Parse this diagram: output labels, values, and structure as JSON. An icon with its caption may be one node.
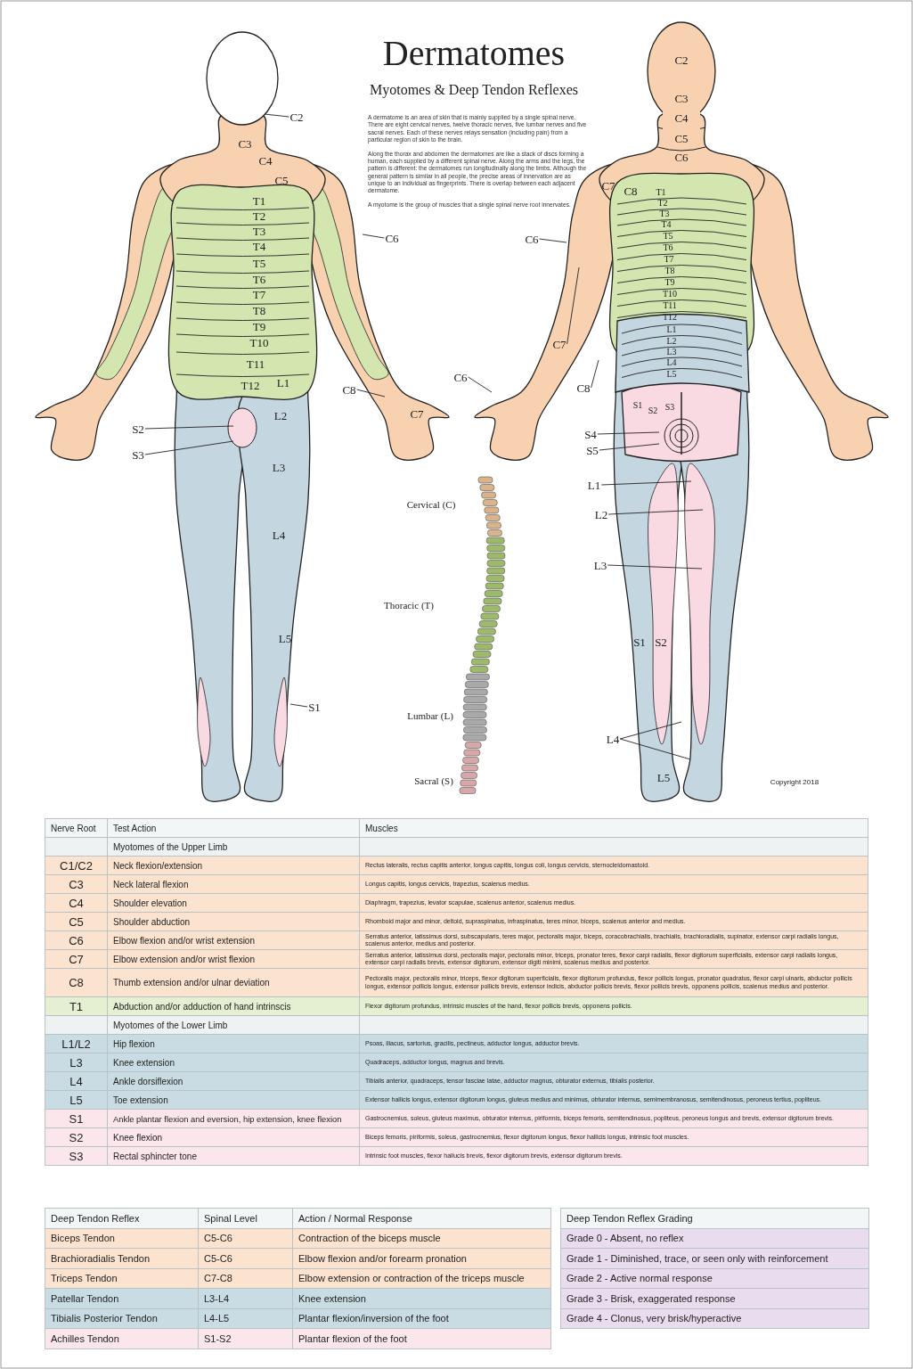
{
  "diagram": {
    "title": "Dermatomes",
    "nodes": [
      {
        "text": [
          "C2"
        ]
      },
      {
        "text": [
          "C6"
        ]
      },
      {
        "text": [
          "C8"
        ]
      },
      {
        "text": [
          "C6"
        ]
      },
      {
        "text": [
          "S2"
        ]
      },
      {
        "text": [
          "S3"
        ]
      },
      {
        "text": [
          "S1"
        ]
      },
      {
        "text": [
          "C6"
        ]
      },
      {
        "text": [
          "C7"
        ]
      },
      {
        "text": [
          "C8"
        ]
      },
      {
        "text": [
          "S4"
        ]
      },
      {
        "text": [
          "S5"
        ]
      },
      {
        "text": [
          "L1"
        ]
      },
      {
        "text": [
          "L2"
        ]
      },
      {
        "text": [
          "L3"
        ]
      },
      {
        "text": [
          "L4"
        ]
      }
    ],
    "edges": [
      {
        "from": 0,
        "to": null,
        "arrow": "none"
      },
      {
        "from": 1,
        "to": null,
        "arrow": "none"
      },
      {
        "from": 2,
        "to": null,
        "arrow": "none"
      },
      {
        "from": 3,
        "to": null,
        "arrow": "none"
      },
      {
        "from": 4,
        "to": null,
        "arrow": "none"
      },
      {
        "from": 5,
        "to": null,
        "arrow": "none"
      },
      {
        "from": 6,
        "to": null,
        "arrow": "none"
      },
      {
        "from": 7,
        "to": null,
        "arrow": "none"
      },
      {
        "from": 8,
        "to": null,
        "arrow": "none"
      },
      {
        "from": 9,
        "to": null,
        "arrow": "none"
      },
      {
        "from": 10,
        "to": null,
        "arrow": "none"
      },
      {
        "from": 11,
        "to": null,
        "arrow": "none"
      },
      {
        "from": 12,
        "to": null,
        "arrow": "none"
      },
      {
        "from": 13,
        "to": null,
        "arrow": "none"
      },
      {
        "from": 14,
        "to": null,
        "arrow": "none"
      },
      {
        "from": 15,
        "to": null,
        "arrow": "none"
      },
      {
        "from": 15,
        "to": null,
        "arrow": "none"
      }
    ],
    "labels": [
      "Myotomes & Deep Tendon Reflexes",
      "A dermatome is an area of skin that is mainly supplied by a single spinal nerve. There are eight cervical nerves, twelve thoracic nerves, five lumbar nerves and five sacral nerves. Each of these nerves relays sensation (including pain) from a particular region of skin to the brain.",
      "Along the thorax and abdomen the dermatomes are like a stack of discs forming a human, each supplied by a different spinal nerve. Along the arms and the legs, the pattern is different: the dermatomes run longitudinally along the limbs. Although the general pattern is similar in all people, the precise areas of innervation are as unique to an individual as fingerprints. There is overlap between each adjacent dermatome.",
      "A myotome is the group of muscles that a single spinal nerve root innervates.",
      "C3",
      "C4",
      "C5",
      "T1",
      "T2",
      "T3",
      "T4",
      "T5",
      "T6",
      "T7",
      "T8",
      "T9",
      "T10",
      "T11",
      "T12",
      "L1",
      "L2",
      "L3",
      "L4",
      "L5",
      "C7",
      "C2",
      "C3",
      "C4",
      "C5",
      "C6",
      "C7",
      "C8",
      "T1",
      "T2",
      "T3",
      "T4",
      "T5",
      "T6",
      "T7",
      "T8",
      "T9",
      "T10",
      "T11",
      "T12",
      "L1",
      "L2",
      "L3",
      "L4",
      "L5",
      "S1",
      "S2",
      "S3",
      "S1",
      "S2",
      "L5",
      "Cervical (C)",
      "Thoracic (T)",
      "Lumbar (L)",
      "Sacral (S)",
      "Copyright 2018",
      "Nerve Root",
      "Test Action",
      "Muscles",
      "Myotomes of the Upper Limb",
      "C1/C2",
      "Neck flexion/extension",
      "Rectus lateralis, rectus capitis anterior, longus capitis, longus coli, longus cervicis, sternocleidomastoid.",
      "C3",
      "Neck lateral flexion",
      "Longus capitis, longus cervicis, trapezius, scalenus medius.",
      "C4",
      "Shoulder elevation",
      "Diaphragm, trapezius, levator scapulae, scalenus anterior, scalenus medius.",
      "C5",
      "Shoulder abduction",
      "Rhomboid major and minor, deltoid, supraspinatus, infraspinatus, teres minor, biceps, scalenus anterior and medius.",
      "C6",
      "Elbow flexion and/or wrist extension",
      "Serratus anterior, latissimus dorsi, subscapularis, teres major, pectoralis major, biceps, coracobrachialis, brachialis, brachioradialis, supinator, extensor carpi radialis longus, scalenus anterior, medius and posterior.",
      "C7",
      "Elbow extension and/or wrist flexion",
      "Serratus anterior, latissimus dorsi, pectoralis major, pectoralis minor, triceps, pronator teres, flexor carpi radialis, flexor digitorum superficialis, extensor carpi radialis longus, extensor carpi radialis brevis, extensor digitorum, extensor digiti minimi, scalenus medius and posterior.",
      "C8",
      "Thumb extension and/or ulnar deviation",
      "Pectoralis major, pectoralis minor, triceps, flexor digitorum superficialis, flexor digitorum profundus, flexor pollicis longus, pronator quadratus, flexor carpi ulnaris, abductor pollicis longus, extensor pollicis longus, extensor pollicis brevis, extensor indicis, abductor pollicis brevis, flexor pollicis brevis, opponens pollicis, scalenus medius and posterior.",
      "T1",
      "Abduction and/or adduction of hand intrinscis",
      "Flexor digitorum profundus, intrinsic muscles of the hand, flexor pollicis brevis, opponens pollicis.",
      "Myotomes of the Lower Limb",
      "L1/L2",
      "Hip flexion",
      "Psoas, iliacus, sartorius, gracilis, pectineus, adductor longus, adductor brevis.",
      "L3",
      "Knee extension",
      "Quadraceps, adductor longus, magnus and brevis.",
      "L4",
      "Ankle dorsiflexion",
      "Tibialis anterior, quadraceps, tensor fasciae latae, adductor magnus, obturator externus, tibialis posterior.",
      "L5",
      "Toe extension",
      "Extensor hallicis longus, extensor digitorum longus, gluteus medius and minimus, obturator internus, semimembranosus, semitendinosus, peroneus tertius, popliteus.",
      "S1",
      "Ankle plantar flexion and eversion, hip extension, knee flexion",
      "Gastrocnemius, soleus, gluteus maximus, obturator internus, piriformis, biceps femoris, semitendinosus, popliteus, peroneus longus and brevis, extensor digitorum brevis.",
      "S2",
      "Knee flexion",
      "Biceps femoris, piriformis, soleus, gastrocnemius, flexor digitorum longus, flexor hallicis longus, intrinsic foot muscles.",
      "S3",
      "Rectal sphincter tone",
      "Intrinsic foot muscles, flexor hallucis brevis, flexor digitorum brevis, extensor digitorum brevis.",
      "Deep Tendon Reflex",
      "Spinal Level",
      "Action / Normal Response",
      "Biceps Tendon",
      "C5-C6",
      "Contraction of the biceps muscle",
      "Brachioradialis Tendon",
      "C5-C6",
      "Elbow flexion and/or forearm pronation",
      "Triceps Tendon",
      "C7-C8",
      "Elbow extension or contraction of the triceps muscle",
      "Patellar Tendon",
      "L3-L4",
      "Knee extension",
      "Tibialis Posterior Tendon",
      "L4-L5",
      "Plantar flexion/inversion of the foot",
      "Achilles Tendon",
      "S1-S2",
      "Plantar flexion of the foot",
      "Deep Tendon Reflex Grading",
      "Grade 0 - Absent, no reflex",
      "Grade 1 - Diminished, trace, or seen only with reinforcement",
      "Grade 2 - Active normal response",
      "Grade 3 - Brisk, exaggerated response",
      "Grade 4 - Clonus, very brisk/hyperactive"
    ]
  }
}
